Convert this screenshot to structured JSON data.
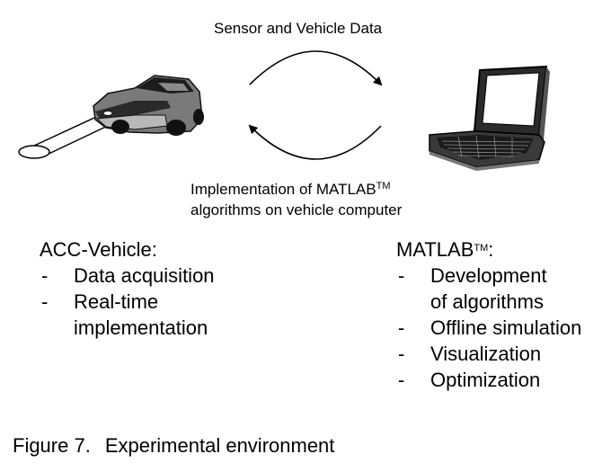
{
  "flow": {
    "top_label": "Sensor and Vehicle Data",
    "bottom_label_line1": "Implementation of MATLAB",
    "bottom_label_tm": "TM",
    "bottom_label_line2": "algorithms on vehicle computer"
  },
  "left_panel": {
    "title": "ACC-Vehicle:",
    "items": [
      "Data acquisition",
      "Real-time\nimplementation"
    ]
  },
  "right_panel": {
    "title": "MATLAB",
    "title_tm": "TM",
    "title_suffix": ":",
    "items": [
      "Development\nof algorithms",
      "Offline simulation",
      "Visualization",
      "Optimization"
    ]
  },
  "caption": {
    "number": "Figure 7.",
    "text": "Experimental environment"
  }
}
